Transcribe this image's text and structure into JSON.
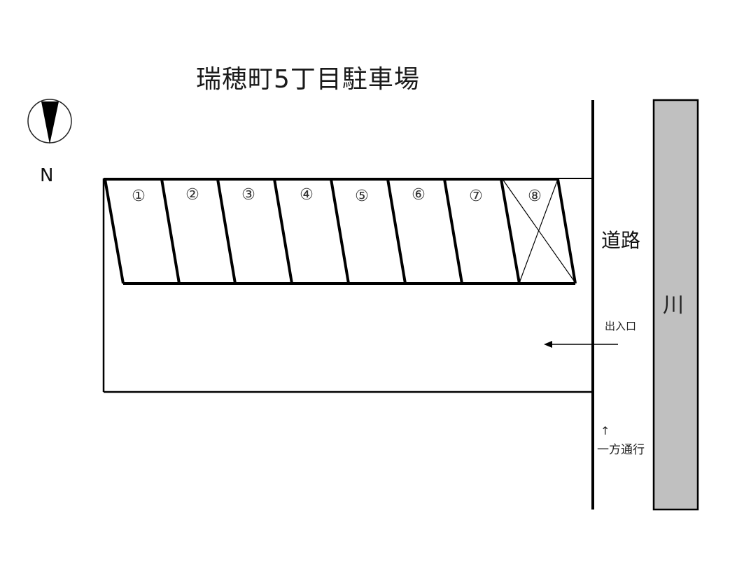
{
  "title": "瑞穂町5丁目駐車場",
  "compass": {
    "icon": "north-arrow-icon",
    "label": "N"
  },
  "labels": {
    "road": "道路",
    "river": "川",
    "entrance": "出入口",
    "one_way_arrow": "↑",
    "one_way": "一方通行"
  },
  "colors": {
    "line": "#000000",
    "river_fill": "#c0c0c0",
    "background": "#ffffff"
  },
  "parking_spaces": [
    {
      "number": "①",
      "status": "available"
    },
    {
      "number": "②",
      "status": "available"
    },
    {
      "number": "③",
      "status": "available"
    },
    {
      "number": "④",
      "status": "available"
    },
    {
      "number": "⑤",
      "status": "available"
    },
    {
      "number": "⑥",
      "status": "available"
    },
    {
      "number": "⑦",
      "status": "available"
    },
    {
      "number": "⑧",
      "status": "unavailable"
    }
  ]
}
